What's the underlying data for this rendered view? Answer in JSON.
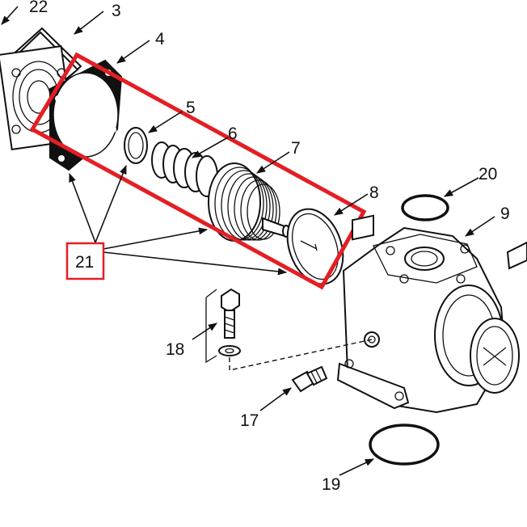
{
  "part_labels": [
    {
      "id": "p22",
      "text": "22"
    },
    {
      "id": "p3",
      "text": "3"
    },
    {
      "id": "p4",
      "text": "4"
    },
    {
      "id": "p5",
      "text": "5"
    },
    {
      "id": "p6",
      "text": "6"
    },
    {
      "id": "p7",
      "text": "7"
    },
    {
      "id": "p8",
      "text": "8"
    },
    {
      "id": "p20",
      "text": "20"
    },
    {
      "id": "p9",
      "text": "9"
    },
    {
      "id": "p21",
      "text": "21"
    },
    {
      "id": "p18",
      "text": "18"
    },
    {
      "id": "p17",
      "text": "17"
    },
    {
      "id": "p19",
      "text": "19"
    }
  ],
  "highlight": {
    "color": "#e41e25",
    "label": "21"
  },
  "colors": {
    "line": "#111111",
    "background": "#ffffff",
    "highlight": "#e41e25"
  }
}
